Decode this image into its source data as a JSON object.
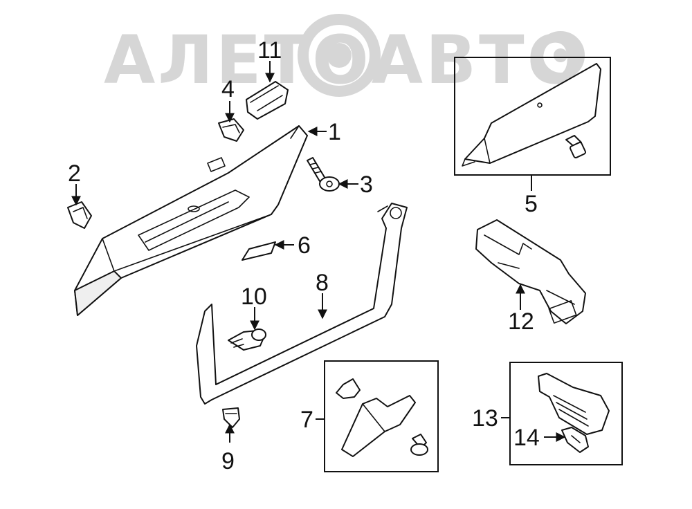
{
  "watermark": {
    "text": "АЛЕТОАВТО"
  },
  "callouts": {
    "c1": "1",
    "c2": "2",
    "c3": "3",
    "c4": "4",
    "c5": "5",
    "c6": "6",
    "c7": "7",
    "c8": "8",
    "c9": "9",
    "c10": "10",
    "c11": "11",
    "c12": "12",
    "c13": "13",
    "c14": "14"
  },
  "colors": {
    "line": "#111111",
    "watermark": "#d6d6d6",
    "background": "#ffffff"
  }
}
